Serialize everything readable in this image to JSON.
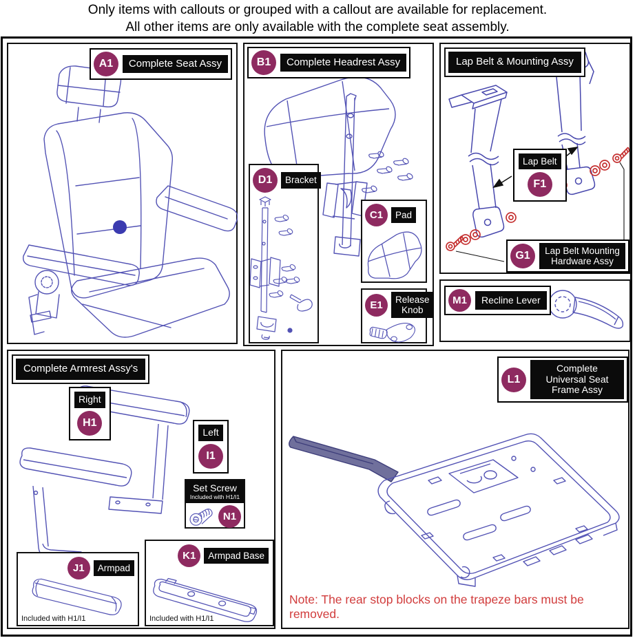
{
  "header": {
    "line1": "Only items with callouts or grouped with a callout are available for replacement.",
    "line2": "All other items are only available with the complete seat assembly."
  },
  "colors": {
    "badge_maroon": "#8e2a60",
    "line_art_blue": "#5252b4",
    "hardware_red": "#c53030",
    "note_red": "#d13c3c",
    "label_black": "#0b0b0b"
  },
  "panels": {
    "seat": {
      "callout": "A1",
      "label": "Complete Seat Assy"
    },
    "headrest": {
      "callout": "B1",
      "label": "Complete Headrest Assy",
      "bracket": {
        "callout": "D1",
        "label": "Bracket"
      },
      "pad": {
        "callout": "C1",
        "label": "Pad"
      },
      "release_knob": {
        "callout": "E1",
        "label": "Release Knob"
      }
    },
    "lap_belt": {
      "title": "Lap Belt & Mounting Assy",
      "belt": {
        "callout": "F1",
        "label": "Lap Belt"
      },
      "hardware": {
        "callout": "G1",
        "label": "Lap Belt Mounting Hardware Assy"
      }
    },
    "recline": {
      "callout": "M1",
      "label": "Recline Lever"
    },
    "armrest": {
      "title": "Complete Armrest Assy's",
      "right": {
        "callout": "H1",
        "label": "Right"
      },
      "left": {
        "callout": "I1",
        "label": "Left"
      },
      "set_screw": {
        "callout": "N1",
        "label": "Set Screw",
        "note": "Included with H1/I1"
      },
      "armpad": {
        "callout": "J1",
        "label": "Armpad",
        "note": "Included with H1/I1"
      },
      "armpad_base": {
        "callout": "K1",
        "label": "Armpad Base",
        "note": "Included with H1/I1"
      }
    },
    "frame": {
      "callout": "L1",
      "label": "Complete Universal Seat Frame Assy",
      "note": "Note: The rear stop blocks on the trapeze bars must be removed."
    }
  }
}
